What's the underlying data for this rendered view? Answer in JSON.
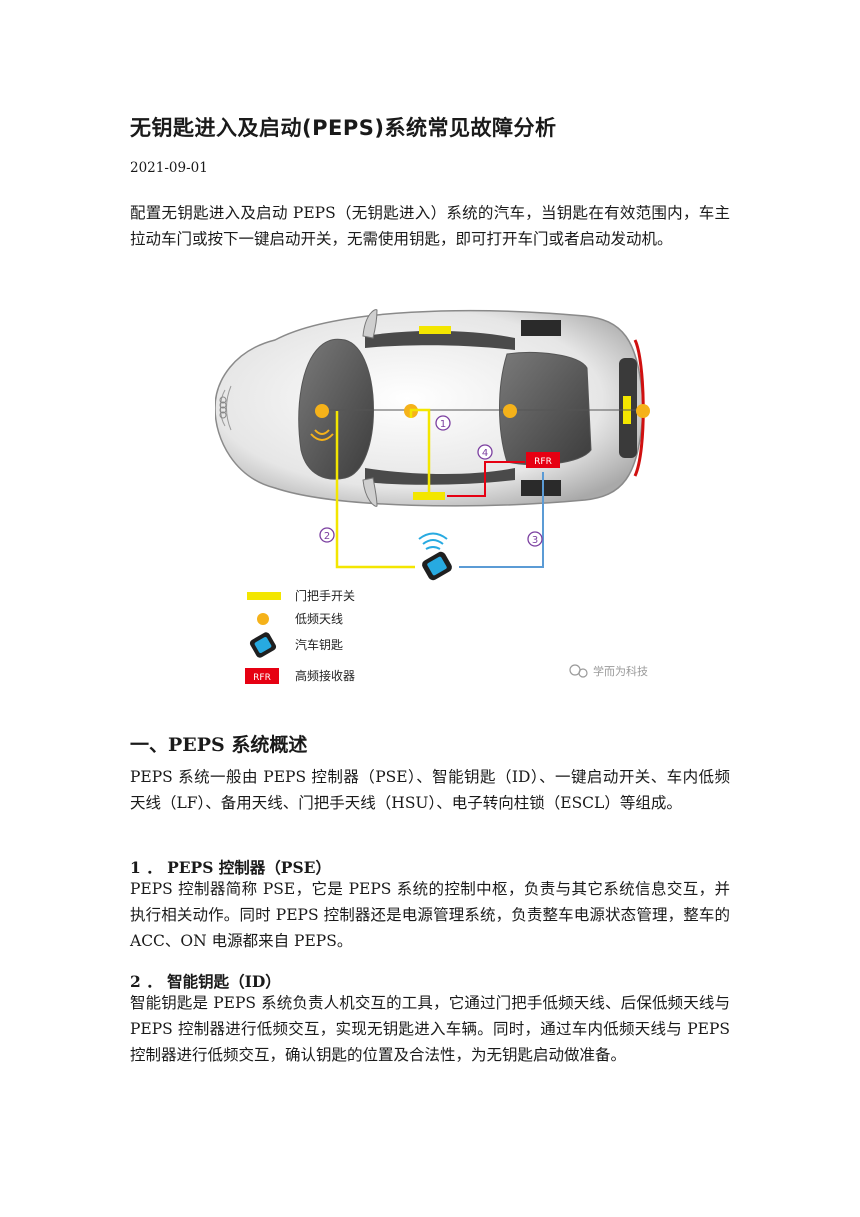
{
  "article": {
    "title": "无钥匙进入及启动(PEPS)系统常见故障分析",
    "date": "2021-09-01",
    "intro": "配置无钥匙进入及启动 PEPS（无钥匙进入）系统的汽车，当钥匙在有效范围内，车主拉动车门或按下一键启动开关，无需使用钥匙，即可打开车门或者启动发动机。"
  },
  "figure": {
    "step_labels": [
      "1",
      "2",
      "3",
      "4"
    ],
    "rfr_tag": "RFR",
    "legend": [
      {
        "symbol": "yellow-bar",
        "label": "门把手开关"
      },
      {
        "symbol": "orange-dot",
        "label": "低频天线"
      },
      {
        "symbol": "smart-key",
        "label": "汽车钥匙"
      },
      {
        "symbol": "red-box",
        "label": "高频接收器",
        "tag": "RFR"
      }
    ],
    "watermark": "学而为科技",
    "colors": {
      "yellow": "#f3e600",
      "antenna": "#f5b21a",
      "red": "#e60012",
      "purple": "#7b3fa0",
      "blue": "#5b9bd5",
      "wifi": "#27aae1"
    }
  },
  "section1": {
    "heading": "一、PEPS 系统概述",
    "body": "PEPS 系统一般由 PEPS 控制器（PSE）、智能钥匙（ID）、一键启动开关、车内低频天线（LF）、备用天线、门把手天线（HSU）、电子转向柱锁（ESCL）等组成。",
    "items": [
      {
        "heading": "1 ． PEPS 控制器（PSE）",
        "body": "PEPS 控制器简称 PSE，它是 PEPS 系统的控制中枢，负责与其它系统信息交互，并执行相关动作。同时 PEPS 控制器还是电源管理系统，负责整车电源状态管理，整车的 ACC、ON 电源都来自 PEPS。"
      },
      {
        "heading": "2 ． 智能钥匙（ID）",
        "body": "智能钥匙是 PEPS 系统负责人机交互的工具，它通过门把手低频天线、后保低频天线与 PEPS 控制器进行低频交互，实现无钥匙进入车辆。同时，通过车内低频天线与 PEPS 控制器进行低频交互，确认钥匙的位置及合法性，为无钥匙启动做准备。"
      }
    ]
  }
}
